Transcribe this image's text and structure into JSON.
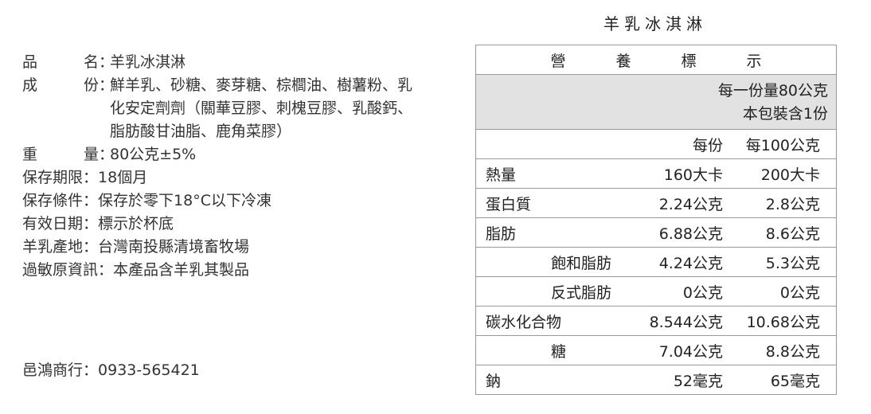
{
  "product_info": {
    "name_label": [
      "品",
      "名"
    ],
    "name_value": "羊乳冰淇淋",
    "ingredients_label": [
      "成",
      "份"
    ],
    "ingredients_value": "鮮羊乳、砂糖、麥芽糖、棕櫚油、樹薯粉、乳化安定劑劑（關華豆膠、刺槐豆膠、乳酸鈣、脂肪酸甘油脂、鹿角菜膠）",
    "weight_label": [
      "重",
      "量"
    ],
    "weight_value": "80公克±5%",
    "shelf_life_label": "保存期限",
    "shelf_life_value": "18個月",
    "storage_label": "保存條件",
    "storage_value": "保存於零下18°C以下冷凍",
    "expiry_label": "有效日期",
    "expiry_value": "標示於杯底",
    "origin_label": "羊乳產地",
    "origin_value": "台灣南投縣清境畜牧場",
    "allergen_label": "過敏原資訊",
    "allergen_value": "本產品含羊乳其製品",
    "colon": "："
  },
  "company": {
    "name": "邑鴻商行",
    "phone": "0933-565421"
  },
  "nutrition": {
    "product_title": "羊乳冰淇淋",
    "header": [
      "營",
      "養",
      "標",
      "示"
    ],
    "serving_size": "每一份量80公克",
    "servings_per_package": "本包裝含1份",
    "col_per_serving": "每份",
    "col_per_100g": "每100公克",
    "rows": [
      {
        "name": "熱量",
        "per_serving": "160大卡",
        "per_100g": "200大卡"
      },
      {
        "name": "蛋白質",
        "per_serving": "2.24公克",
        "per_100g": "2.8公克"
      },
      {
        "name": "脂肪",
        "per_serving": "6.88公克",
        "per_100g": "8.6公克"
      },
      {
        "name": "飽和脂肪",
        "per_serving": "4.24公克",
        "per_100g": "5.3公克"
      },
      {
        "name": "反式脂肪",
        "per_serving": "0公克",
        "per_100g": "0公克"
      },
      {
        "name": "碳水化合物",
        "per_serving": "8.544公克",
        "per_100g": "10.68公克"
      },
      {
        "name": "糖",
        "per_serving": "7.04公克",
        "per_100g": "8.8公克"
      },
      {
        "name": "鈉",
        "per_serving": "52毫克",
        "per_100g": "65毫克"
      }
    ]
  }
}
